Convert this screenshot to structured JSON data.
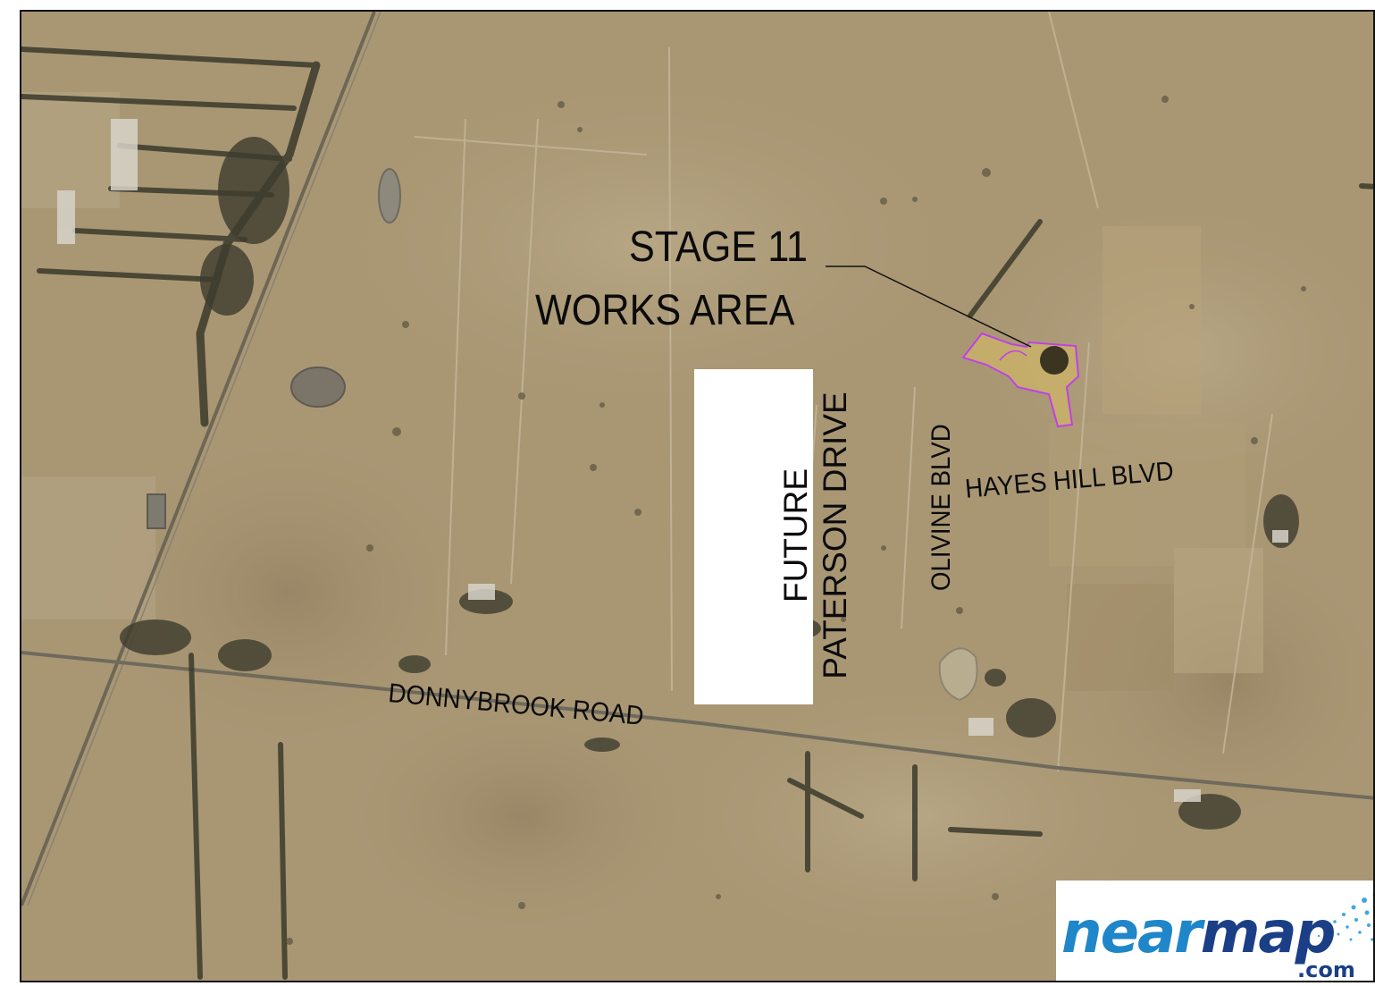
{
  "map": {
    "works_area_label": [
      "STAGE 11",
      "WORKS AREA"
    ],
    "roads": {
      "donnybrook": "DONNYBROOK ROAD",
      "olivine": "OLIVINE BLVD",
      "hayes_hill": "HAYES HILL BLVD",
      "paterson": [
        "FUTURE",
        "PATERSON DRIVE"
      ]
    },
    "colors": {
      "terrain": "#a99774",
      "works_area_outline": "#c040e8",
      "works_area_fill": "#c9b06a",
      "marker": "#3a3420",
      "tree_lines": "#3b3a2c"
    }
  },
  "logo": {
    "brand": "nearmap",
    "brand_first": "near",
    "brand_second": "map",
    "suffix": ".com",
    "colors": {
      "near": "#1f86c9",
      "map": "#1a3f86",
      "dots": "#3fa7df"
    }
  }
}
